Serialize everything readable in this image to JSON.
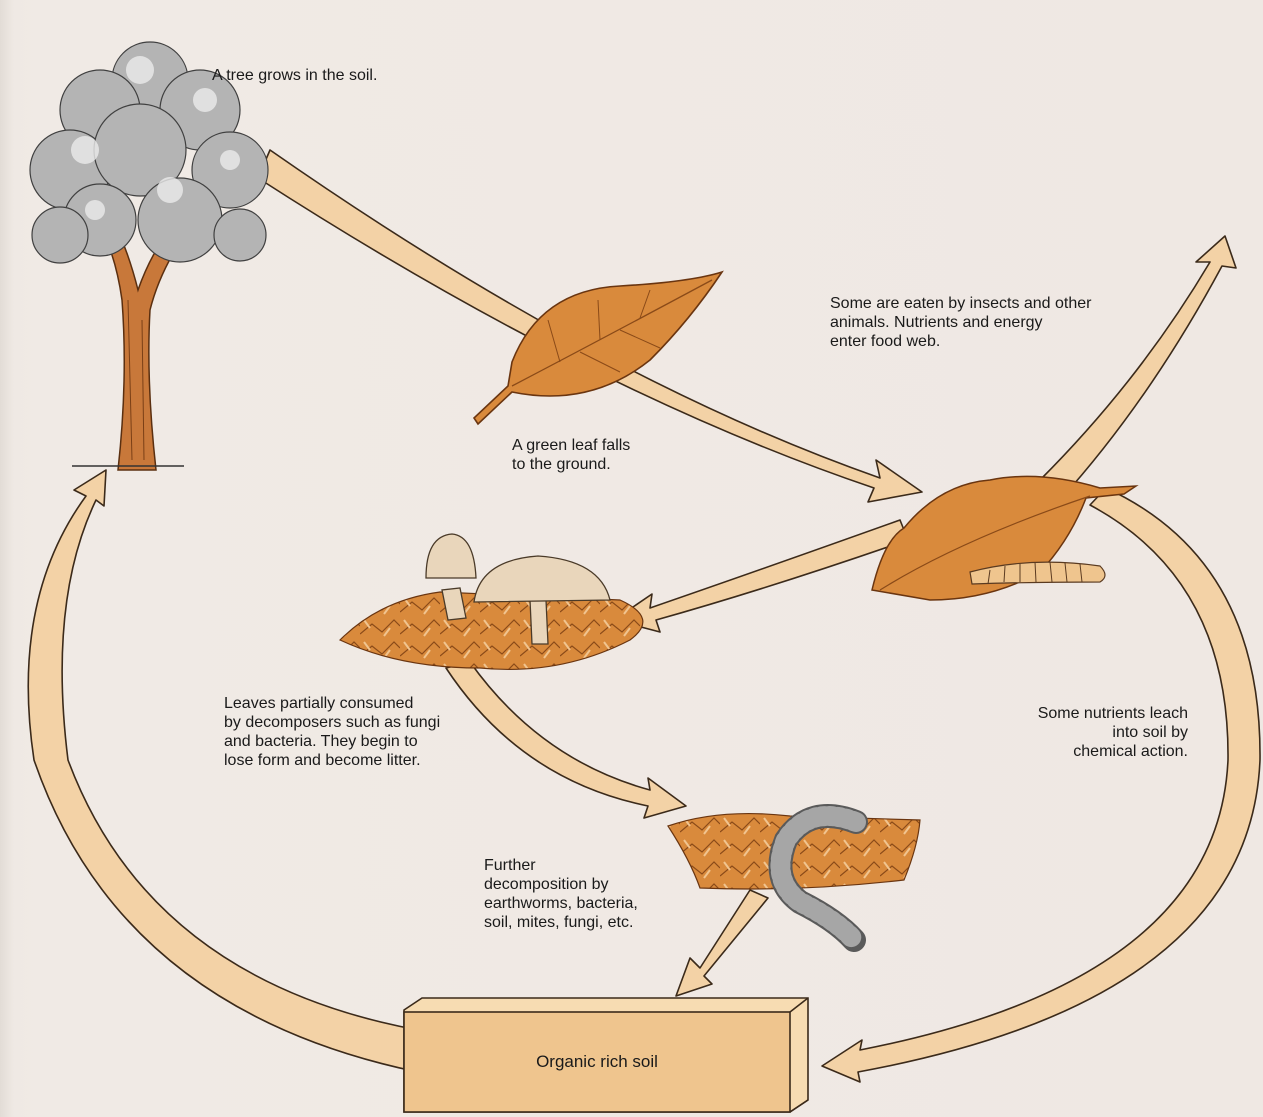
{
  "diagram": {
    "steps": {
      "tree": "A tree grows in the soil.",
      "leaf_falls": "A green leaf falls\nto the ground.",
      "eaten": "Some are eaten by insects and other\nanimals. Nutrients and energy\nenter food web.",
      "decomposers": "Leaves partially consumed\nby decomposers such as fungi\nand bacteria. They begin to\nlose form and become litter.",
      "leach": "Some nutrients leach\ninto soil by\nchemical action.",
      "further": "Further\ndecomposition by\nearthworms, bacteria,\nsoil, mites, fungi, etc.",
      "soil": "Organic rich soil"
    },
    "colors": {
      "arrow_fill": "#f3d2a6",
      "arrow_stroke": "#3b2a1a",
      "leaf": "#d98a3c",
      "leaf_dark": "#b86a22",
      "trunk": "#c8783a",
      "foliage": "#a9a9a9",
      "soil_box": "#efc58e",
      "worm": "#9a9a9a",
      "mushroom": "#e9d6bb"
    },
    "icons": [
      "tree-icon",
      "green-leaf-icon",
      "fallen-leaf-icon",
      "caterpillar-icon",
      "mushroom-icon",
      "earthworm-icon",
      "soil-block-icon"
    ]
  }
}
